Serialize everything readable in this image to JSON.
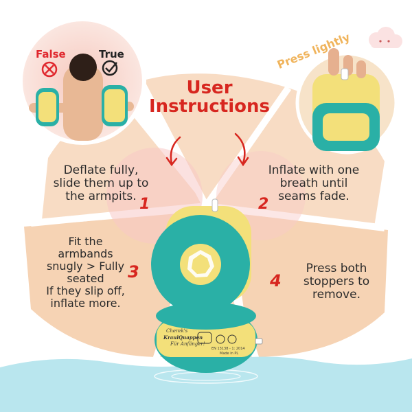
{
  "title": {
    "line1": "User",
    "line2": "Instructions"
  },
  "colors": {
    "title": "#d7261f",
    "number": "#d7261f",
    "petal": "#f8dcc4",
    "petal_dark": "#f3cca8",
    "armband_teal": "#2ab0a6",
    "armband_yellow": "#f3e07a",
    "water": "#b9e6ee",
    "false": "#e0282e"
  },
  "labels": {
    "false": "False",
    "true": "True"
  },
  "annotation": "Press lightly",
  "steps": [
    {
      "number": "1",
      "lines": [
        "Deflate fully,",
        "slide them up to",
        "the armpits."
      ]
    },
    {
      "number": "2",
      "lines": [
        "Inflate with one",
        "breath until",
        "seams fade."
      ]
    },
    {
      "number": "3",
      "lines": [
        "Fit the",
        "armbands",
        "snugly > Fully",
        "seated",
        "If they slip off,",
        "inflate more."
      ]
    },
    {
      "number": "4",
      "lines": [
        "Press both",
        "stoppers to",
        "remove."
      ]
    }
  ],
  "product": {
    "brand_line1": "Cherek's",
    "brand_line2": "KraulQuappen",
    "brand_line3": "Für Anfänger!",
    "norm": "EN 13138 - 1: 2014",
    "made_in": "Made in PL"
  },
  "icons": [
    "false-cross-icon",
    "true-check-icon",
    "arrow-down-left-icon",
    "arrow-down-right-icon",
    "cloud-icon",
    "valve-icon"
  ]
}
